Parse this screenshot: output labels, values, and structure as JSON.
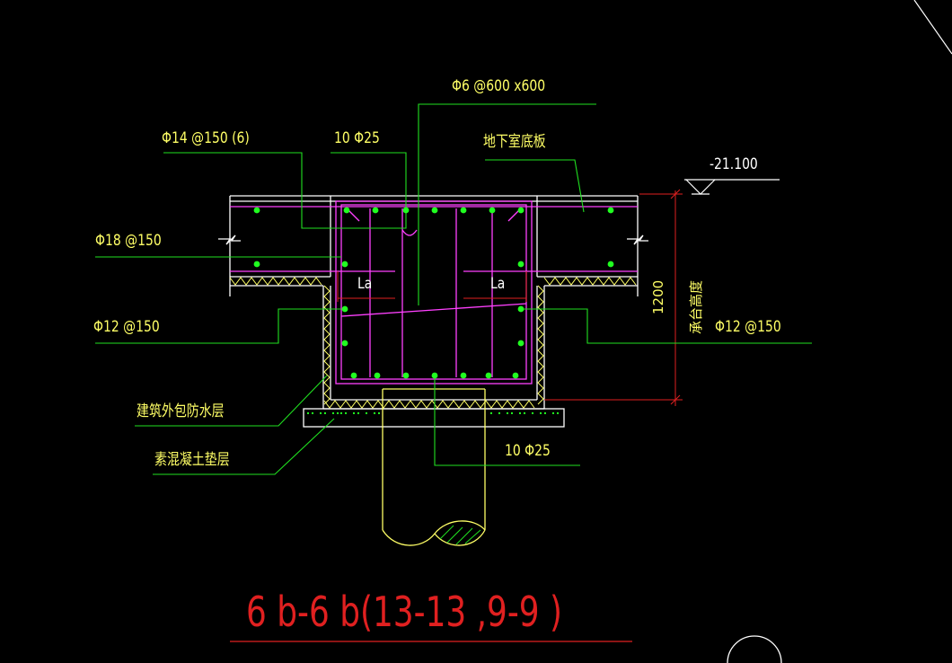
{
  "labels": {
    "stirrup_top": "Φ6 @600 x600",
    "slab_top_bar": "Φ14 @150 (6)",
    "top_main": "10 Φ25",
    "slab_name": "地下室底板",
    "elevation": "-21.100",
    "slab_bottom_bar": "Φ18 @150",
    "la_left": "La",
    "la_right": "La",
    "side_left": "Φ12 @150",
    "side_right": "Φ12 @150",
    "dim_height": "1200",
    "cap_height_label": "承台高度",
    "waterproof": "建筑外包防水层",
    "bedding": "素混凝土垫层",
    "bottom_main": "10 Φ25",
    "title": "6 b-6 b(13-13 ,9-9 )"
  },
  "colors": {
    "outline": "#ffffff",
    "rebar": "#ff40ff",
    "leader": "#20e020",
    "dots": "#20ff20",
    "text": "#ffff66",
    "title": "#e02020",
    "dimension": "#e02020",
    "hatch": "#ffff66"
  }
}
